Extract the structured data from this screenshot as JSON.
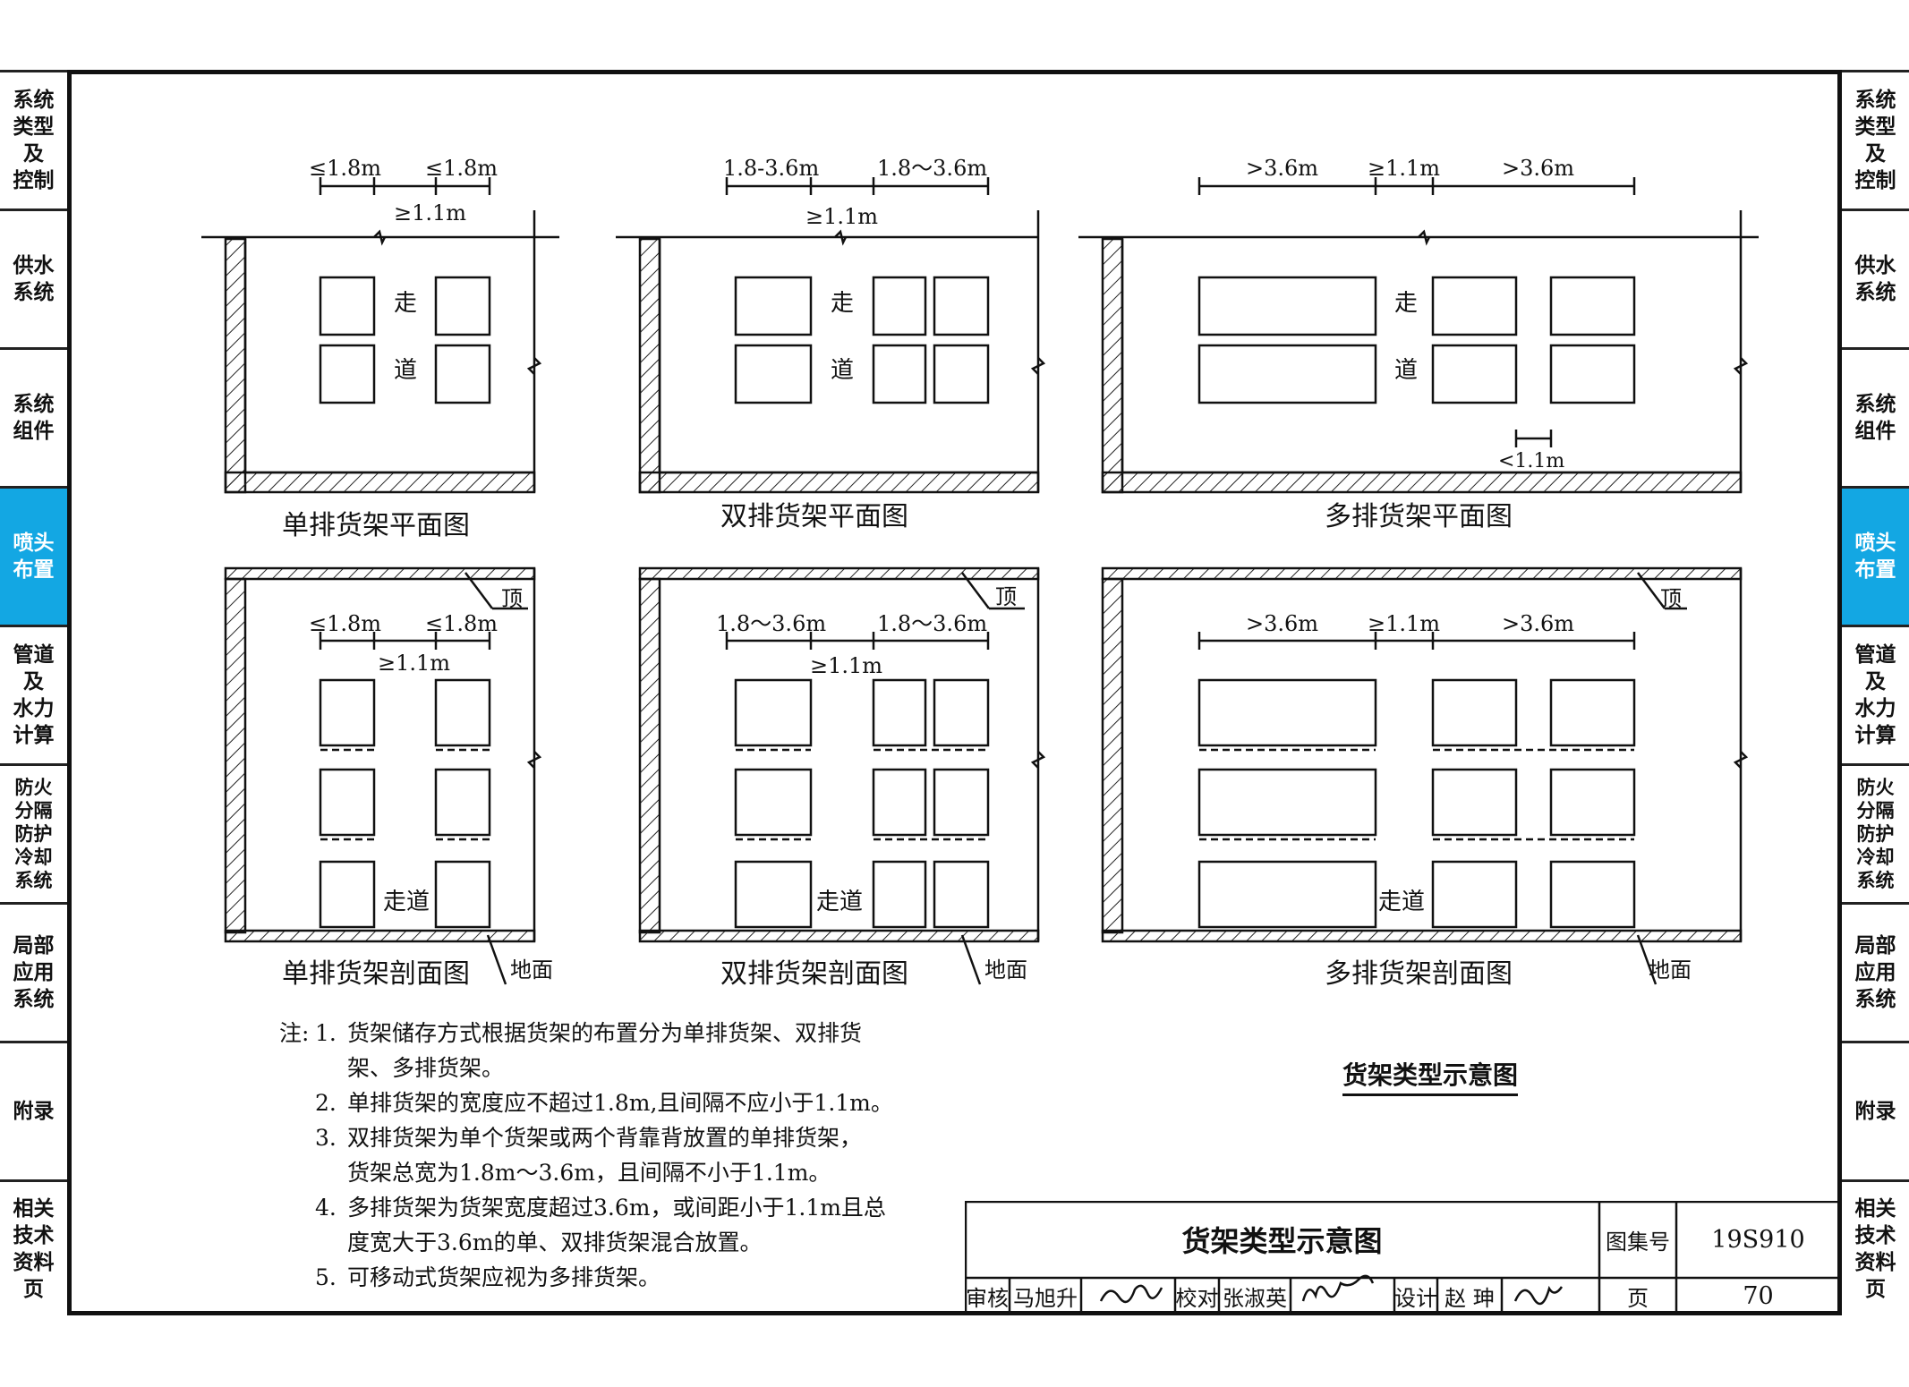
{
  "sidebar": {
    "items": [
      {
        "label": "系统\n类型\n及\n控制",
        "active": false
      },
      {
        "label": "供水\n系统",
        "active": false
      },
      {
        "label": "系统\n组件",
        "active": false
      },
      {
        "label": "喷头\n布置",
        "active": true
      },
      {
        "label": "管道\n及\n水力\n计算",
        "active": false
      },
      {
        "label": "防火\n分隔\n防护\n冷却\n系统",
        "active": false
      },
      {
        "label": "局部\n应用\n系统",
        "active": false
      },
      {
        "label": "附录",
        "active": false
      },
      {
        "label": "相关\n技术\n资料\n页",
        "active": false
      }
    ],
    "active_color": "#13a7e3"
  },
  "diagrams": {
    "single_plan": {
      "title": "单排货架平面图",
      "dim_left": "≤1.8m",
      "dim_right": "≤1.8m",
      "dim_gap": "≥1.1m",
      "aisle_top": "走",
      "aisle_bottom": "道"
    },
    "double_plan": {
      "title": "双排货架平面图",
      "dim_left": "1.8-3.6m",
      "dim_right": "1.8～3.6m",
      "dim_gap": "≥1.1m",
      "aisle_top": "走",
      "aisle_bottom": "道"
    },
    "multi_plan": {
      "title": "多排货架平面图",
      "dim_left": ">3.6m",
      "dim_mid": "≥1.1m",
      "dim_right": ">3.6m",
      "dim_small": "<1.1m",
      "aisle_top": "走",
      "aisle_bottom": "道"
    },
    "single_section": {
      "title": "单排货架剖面图",
      "dim_left": "≤1.8m",
      "dim_right": "≤1.8m",
      "dim_gap": "≥1.1m",
      "ceiling": "顶",
      "floor": "地面",
      "aisle": "走道"
    },
    "double_section": {
      "title": "双排货架剖面图",
      "dim_left": "1.8～3.6m",
      "dim_right": "1.8～3.6m",
      "dim_gap": "≥1.1m",
      "ceiling": "顶",
      "floor": "地面",
      "aisle": "走道"
    },
    "multi_section": {
      "title": "多排货架剖面图",
      "dim_left": ">3.6m",
      "dim_mid": "≥1.1m",
      "dim_right": ">3.6m",
      "ceiling": "顶",
      "floor": "地面",
      "aisle": "走道"
    }
  },
  "notes": {
    "prefix": "注:",
    "items": [
      {
        "num": "1.",
        "lines": [
          "货架储存方式根据货架的布置分为单排货架、双排货",
          "架、多排货架。"
        ]
      },
      {
        "num": "2.",
        "lines": [
          "单排货架的宽度应不超过1.8m,且间隔不应小于1.1m。"
        ]
      },
      {
        "num": "3.",
        "lines": [
          "双排货架为单个货架或两个背靠背放置的单排货架，",
          "货架总宽为1.8m～3.6m，且间隔不小于1.1m。"
        ]
      },
      {
        "num": "4.",
        "lines": [
          "多排货架为货架宽度超过3.6m，或间距小于1.1m且总",
          "度宽大于3.6m的单、双排货架混合放置。"
        ]
      },
      {
        "num": "5.",
        "lines": [
          "可移动式货架应视为多排货架。"
        ]
      }
    ]
  },
  "figure_caption": "货架类型示意图",
  "title_block": {
    "title": "货架类型示意图",
    "atlas_label": "图集号",
    "atlas_number": "19S910",
    "page_label": "页",
    "page_number": "70",
    "review_label": "审核",
    "reviewer": "马旭升",
    "check_label": "校对",
    "checker": "张淑英",
    "design_label": "设计",
    "designer": "赵 珅"
  }
}
